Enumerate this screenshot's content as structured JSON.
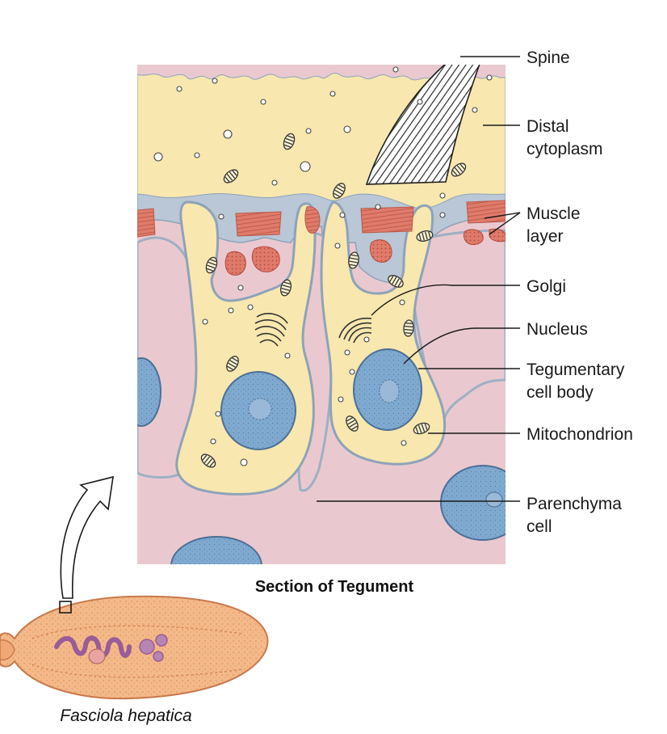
{
  "section_title": "Section of Tegument",
  "organism_name": "Fasciola hepatica",
  "labels": {
    "spine": "Spine",
    "distal_line1": "Distal",
    "distal_line2": "cytoplasm",
    "muscle_line1": "Muscle",
    "muscle_line2": "layer",
    "golgi": "Golgi",
    "nucleus": "Nucleus",
    "tegumentary_line1": "Tegumentary",
    "tegumentary_line2": "cell body",
    "mitochondrion": "Mitochondrion",
    "parenchyma_line1": "Parenchyma",
    "parenchyma_line2": "cell"
  },
  "colors": {
    "cytoplasm": "#f8e7ae",
    "membrane": "#b9c7d6",
    "parenchyma": "#e9c9cf",
    "muscle": "#e07b6b",
    "nucleus": "#7fa9cf",
    "fluke_body": "#f4b988",
    "fluke_organs": "#b785b3"
  }
}
